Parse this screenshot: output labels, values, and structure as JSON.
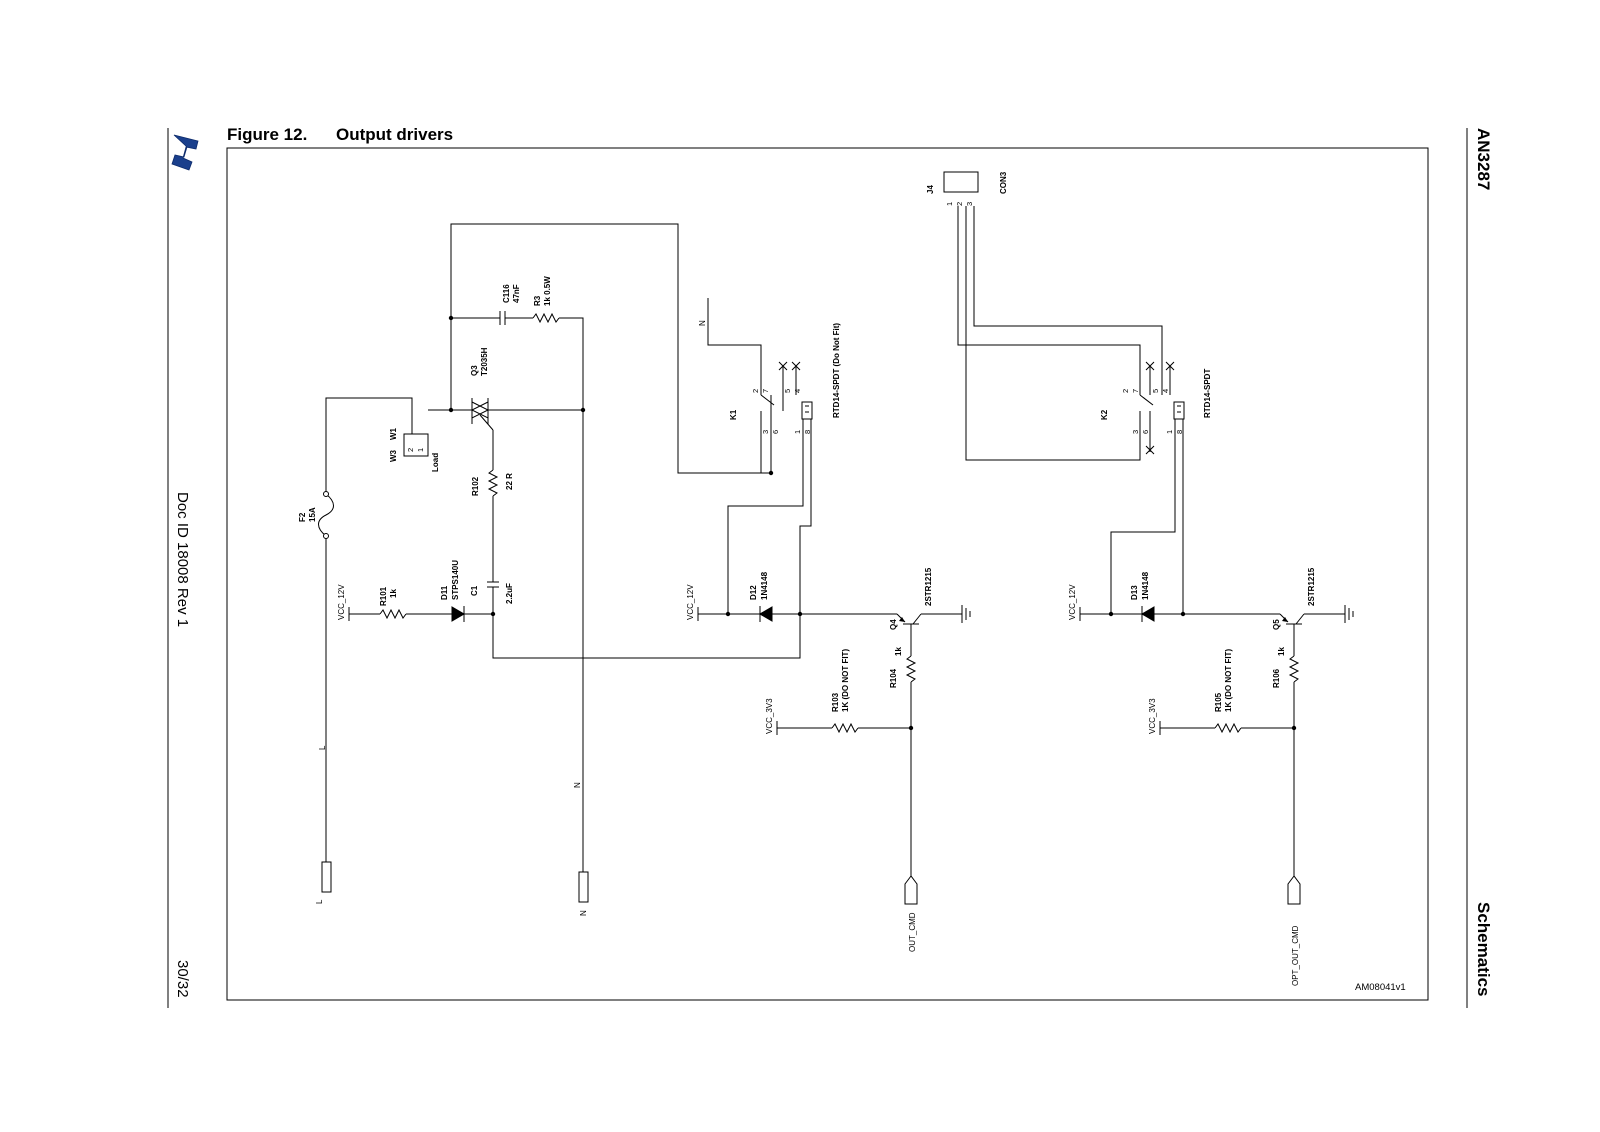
{
  "page": {
    "figure_number": "Figure 12.",
    "figure_title": "Output drivers",
    "doc_code": "AN3287",
    "section": "Schematics",
    "doc_id": "Doc ID 18008 Rev 1",
    "page_number": "30/32",
    "drawing_id": "AM08041v1",
    "brand_logo": "st-logo-icon"
  },
  "labels": {
    "F2": "F2",
    "F2_val": "15A",
    "W3": "W3",
    "W1": "W1",
    "load": "Load",
    "Q3": "Q3",
    "Q3_val": "T2035H",
    "C116": "C116",
    "C116_val": "47nF",
    "R3": "R3",
    "R3_val": "1k 0.5W",
    "R101": "R101",
    "R101_val": "1k",
    "D11": "D11",
    "D11_val": "STPS140U",
    "C1": "C1",
    "C1_val": "2.2uF",
    "R102": "R102",
    "R102_val": "22 R",
    "K1": "K1",
    "K1_val": "RTD14-SPDT (Do Not Fit)",
    "K2": "K2",
    "K2_val": "RTD14-SPDT",
    "D12": "D12",
    "D12_val": "1N4148",
    "D13": "D13",
    "D13_val": "1N4148",
    "Q4": "Q4",
    "Q5": "Q5",
    "Q_val": "2STR1215",
    "R103": "R103",
    "R103_val": "1K (DO NOT FIT)",
    "R104": "R104",
    "R104_val": "1k",
    "R105": "R105",
    "R105_val": "1K (DO NOT FIT)",
    "R106": "R106",
    "R106_val": "1k",
    "J4": "J4",
    "J4_val": "CON3",
    "vcc12": "VCC_12V",
    "vcc33": "VCC_3V3",
    "L": "L",
    "N": "N",
    "out_cmd": "OUT_CMD",
    "opt_out_cmd": "OPT_OUT_CMD",
    "pin1": "1",
    "pin2": "2",
    "pin3": "3",
    "pin4": "4",
    "pin5": "5",
    "pin6": "6",
    "pin7": "7",
    "pin8": "8"
  }
}
